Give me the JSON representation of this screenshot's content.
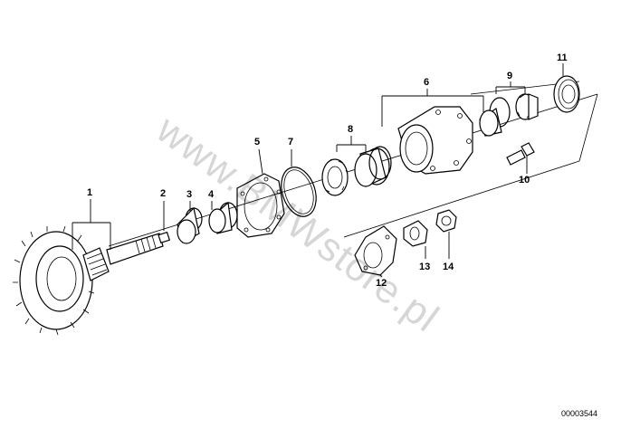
{
  "watermark": "www.BMWstore.pl",
  "reference_number": "00003544",
  "callouts": [
    "1",
    "2",
    "3",
    "4",
    "5",
    "7",
    "8",
    "6",
    "9",
    "11",
    "10",
    "12",
    "13",
    "14"
  ]
}
